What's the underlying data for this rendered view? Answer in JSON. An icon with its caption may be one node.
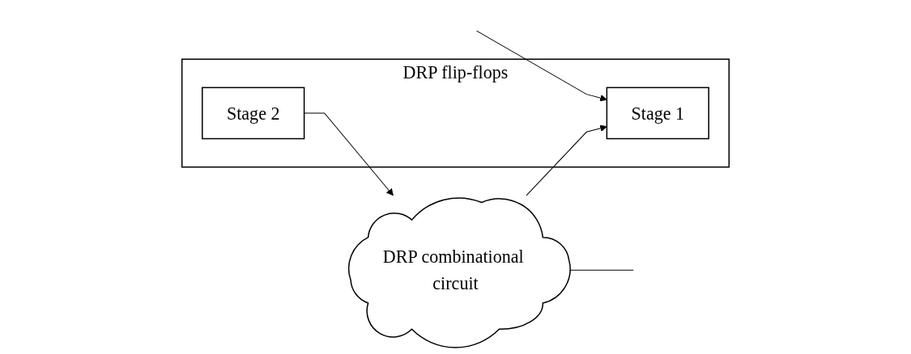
{
  "diagram": {
    "nodes": [
      {
        "text": [
          "DRP flip-flops"
        ]
      },
      {
        "text": [
          "Stage 1"
        ],
        "in": 0
      },
      {
        "text": [
          "Stage 2"
        ],
        "in": 0
      },
      {
        "text": [
          "DRP combinational circuit"
        ]
      }
    ],
    "edges": [
      {
        "from": 2,
        "to": 3,
        "arrow": "to"
      },
      {
        "from": null,
        "to": 1,
        "arrow": "to"
      },
      {
        "from": 3,
        "to": 1,
        "arrow": "to"
      },
      {
        "from": 3,
        "to": null,
        "arrow": "none"
      }
    ]
  }
}
